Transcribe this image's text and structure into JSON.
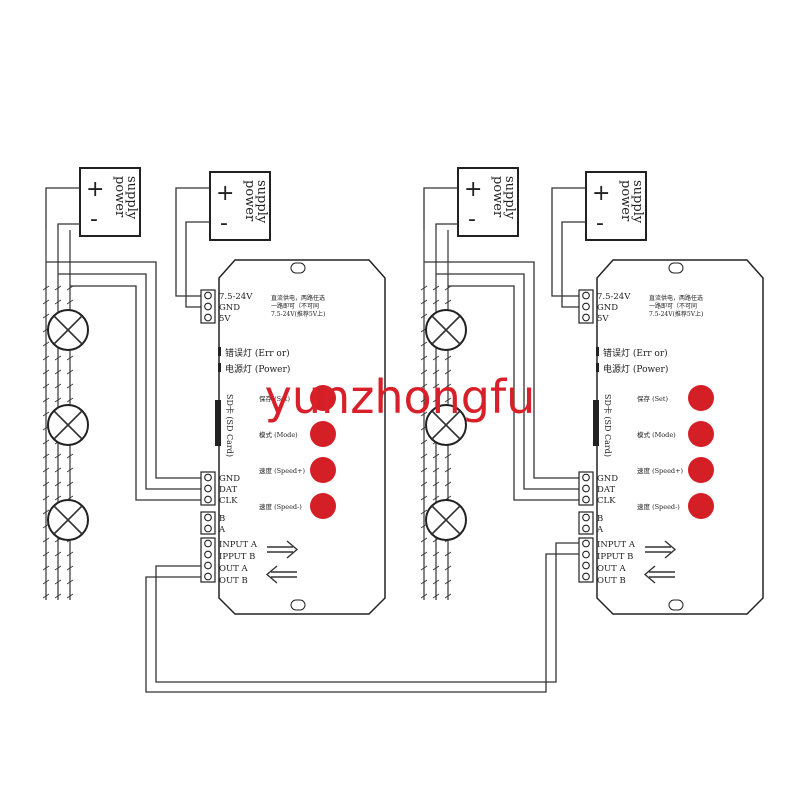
{
  "watermark": "yunzhongfu",
  "power_supply": {
    "plus": "+",
    "minus": "-",
    "label_line1": "power",
    "label_line2": "supply"
  },
  "controller": {
    "power_pins": [
      "7.5-24V",
      "GND",
      "5V"
    ],
    "notes": [
      "直流供电，两路任选",
      "一路即可（不可同",
      "7.5-24V(推荐5V上)"
    ],
    "indicators": [
      "错误灯 (Err or)",
      "电源灯 (Power)"
    ],
    "sd_card": "SD卡 (SD Card)",
    "buttons": [
      "保存 (Set)",
      "模式 (Mode)",
      "速度 (Speed+)",
      "速度 (Speed-)"
    ],
    "data_pins": [
      "GND",
      "DAT",
      "CLK"
    ],
    "ab_pins": [
      "B",
      "A"
    ],
    "io_pins": [
      "INPUT A",
      "IPPUT B",
      "OUT A",
      "OUT B"
    ]
  },
  "colors": {
    "line": "#333333",
    "button_red": "#d41f26",
    "watermark": "#d8202a"
  }
}
